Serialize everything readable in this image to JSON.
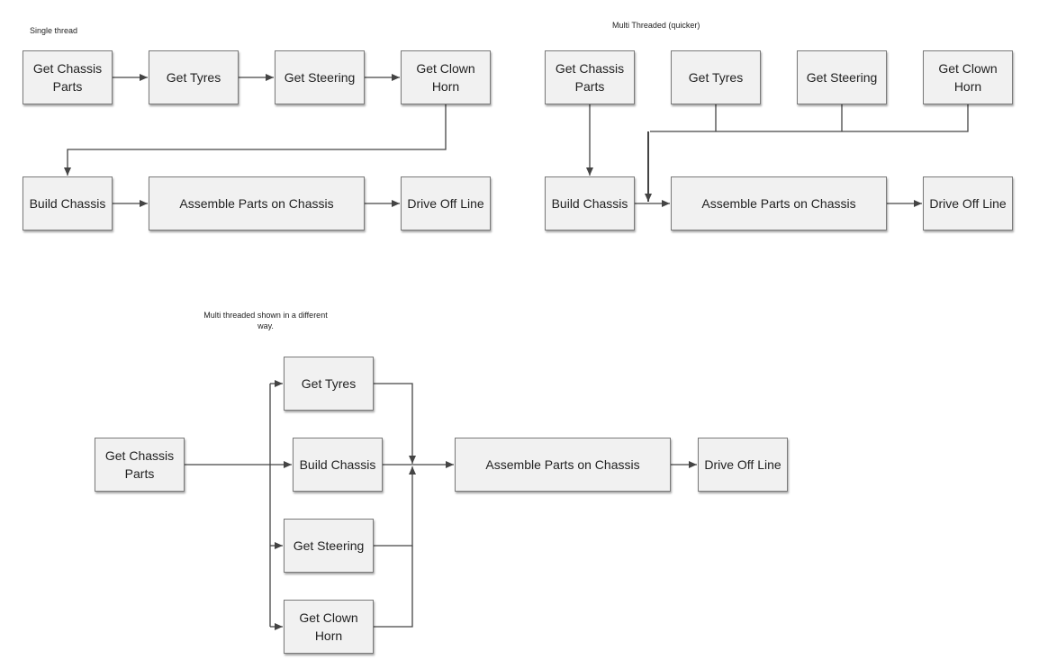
{
  "captions": {
    "single": "Single thread",
    "multi": "Multi Threaded (quicker)",
    "alt": "Multi threaded shown in a different way."
  },
  "single": {
    "get_chassis_parts": "Get Chassis Parts",
    "get_tyres": "Get Tyres",
    "get_steering": "Get Steering",
    "get_clown_horn": "Get Clown Horn",
    "build_chassis": "Build Chassis",
    "assemble": "Assemble Parts on Chassis",
    "drive_off": "Drive Off Line"
  },
  "multi": {
    "get_chassis_parts": "Get Chassis Parts",
    "get_tyres": "Get Tyres",
    "get_steering": "Get Steering",
    "get_clown_horn": "Get Clown Horn",
    "build_chassis": "Build Chassis",
    "assemble": "Assemble Parts on Chassis",
    "drive_off": "Drive Off Line"
  },
  "alt": {
    "get_chassis_parts": "Get Chassis Parts",
    "get_tyres": "Get Tyres",
    "build_chassis": "Build Chassis",
    "get_steering": "Get Steering",
    "get_clown_horn": "Get Clown Horn",
    "assemble": "Assemble Parts on Chassis",
    "drive_off": "Drive Off Line"
  }
}
